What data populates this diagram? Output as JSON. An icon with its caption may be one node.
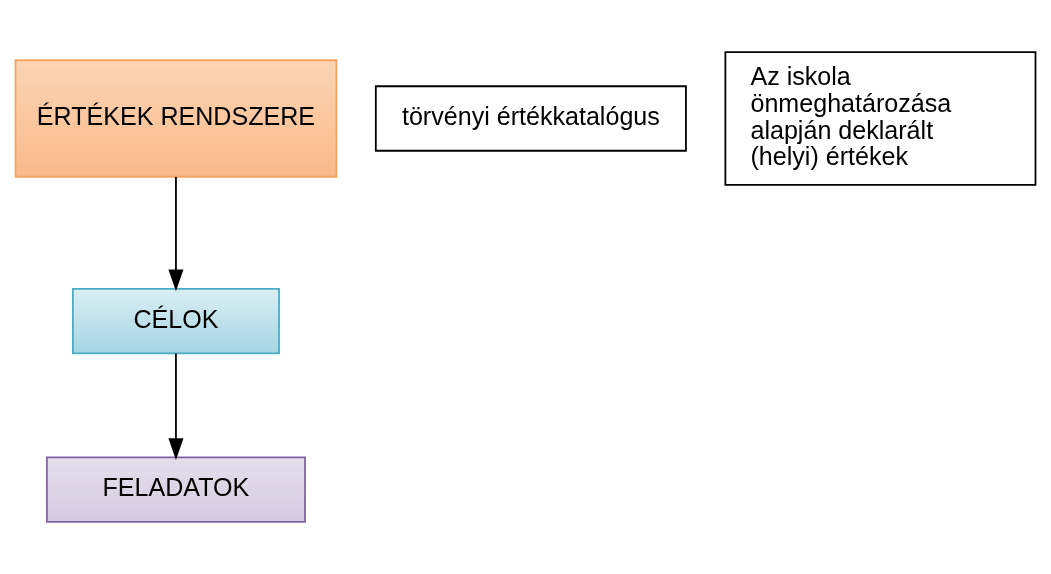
{
  "diagram": {
    "nodes": [
      {
        "text": [
          "ÉRTÉKEK RENDSZERE"
        ]
      },
      {
        "text": [
          "törvényi értékkatalógus"
        ]
      },
      {
        "text": [
          "Az iskola önmeghatározása alapján deklarált (helyi) értékek"
        ]
      },
      {
        "text": [
          "CÉLOK"
        ]
      },
      {
        "text": [
          "FELADATOK"
        ]
      }
    ],
    "edges": [
      {
        "from": 0,
        "to": 3,
        "arrow": "to"
      },
      {
        "from": 3,
        "to": 4,
        "arrow": "to"
      }
    ]
  }
}
